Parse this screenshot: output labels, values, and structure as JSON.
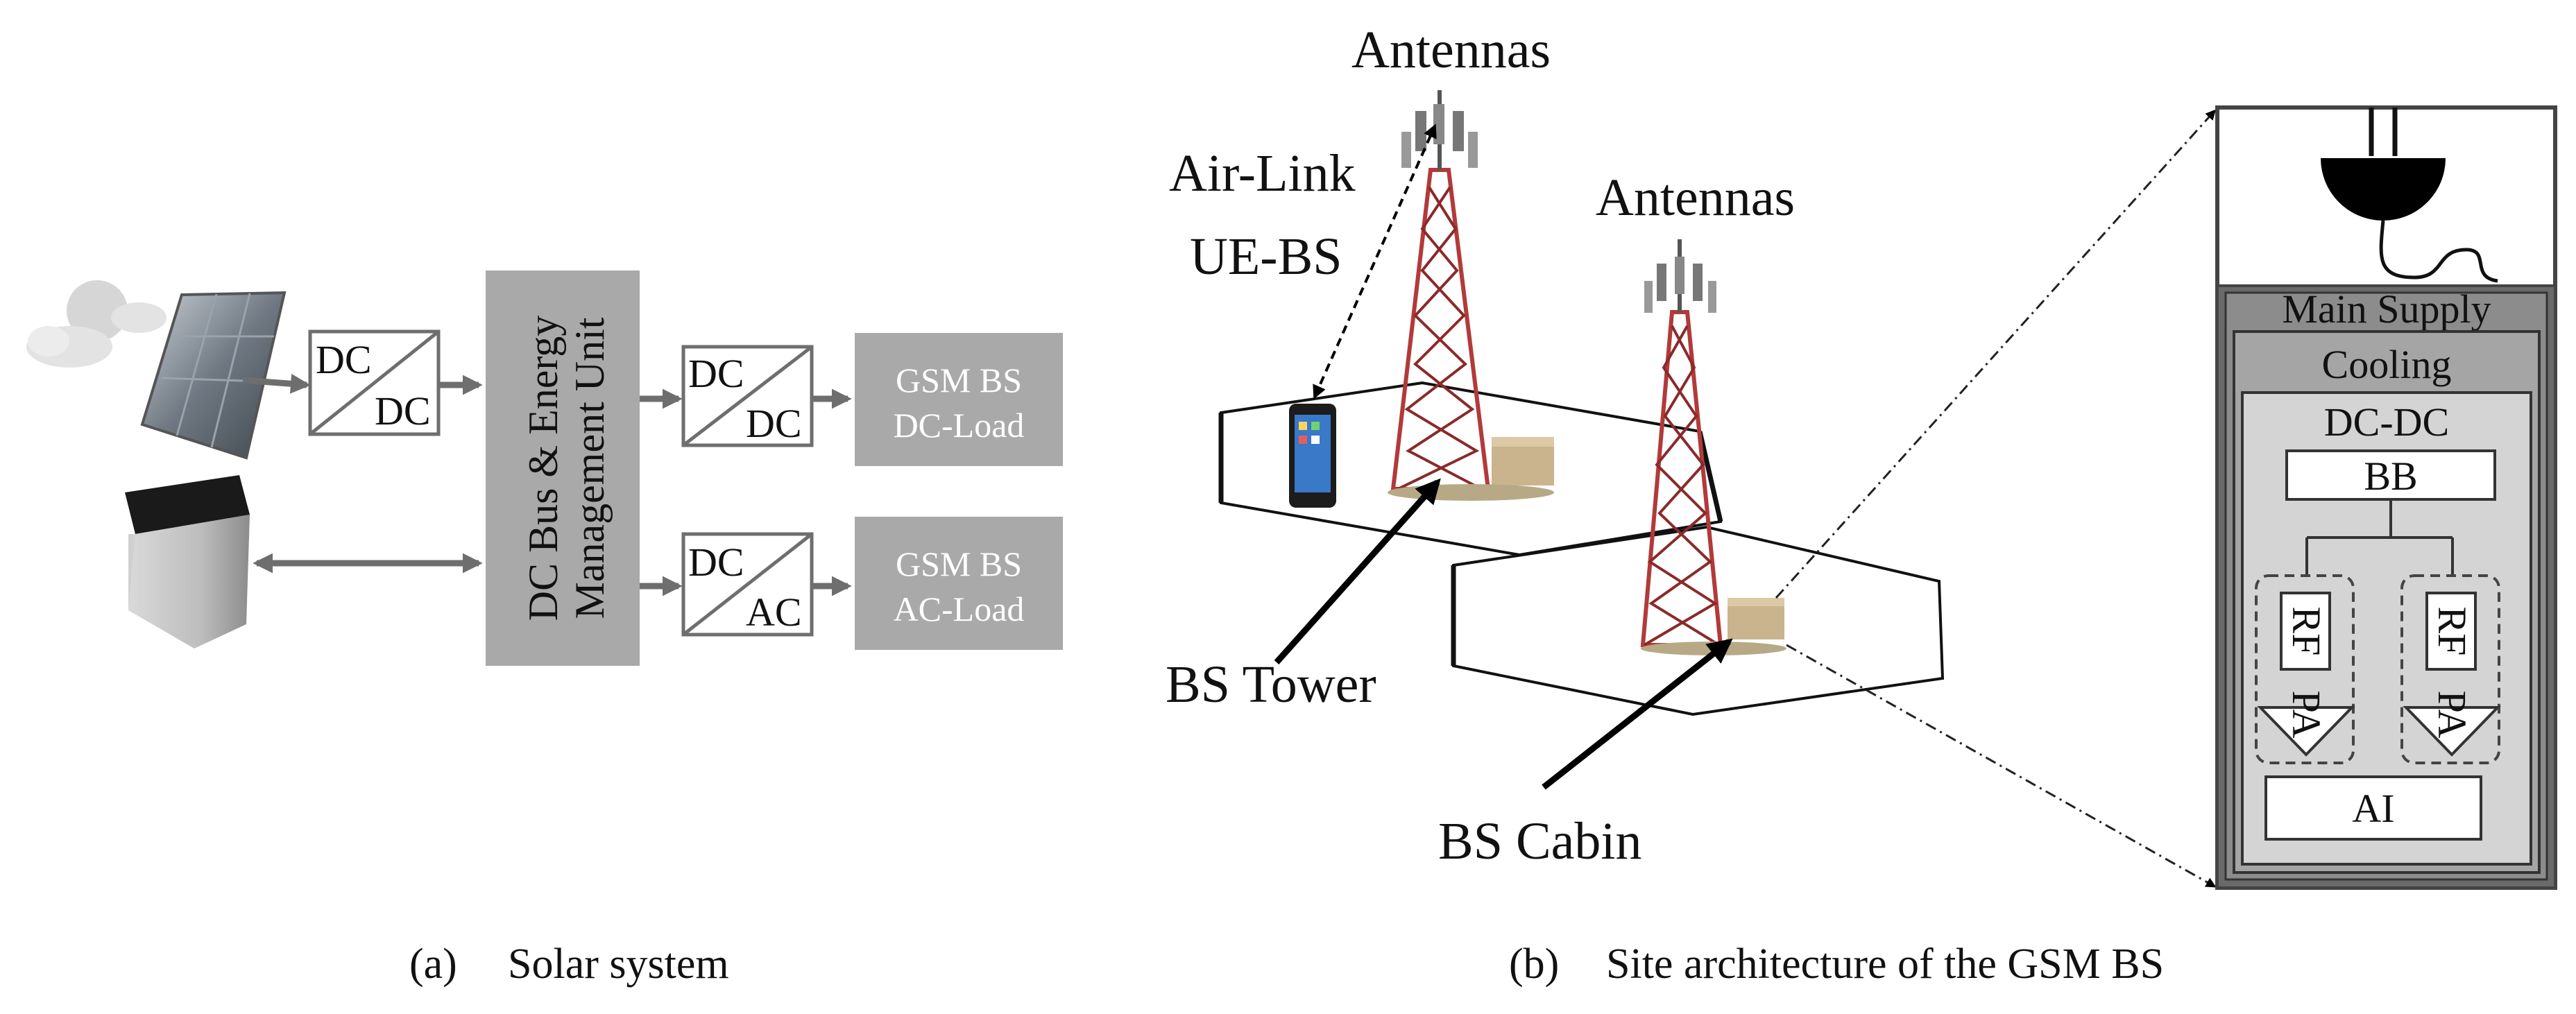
{
  "captions": {
    "a_letter": "(a)",
    "a_title": "Solar system",
    "b_letter": "(b)",
    "b_title": "Site architecture of the GSM BS"
  },
  "solar": {
    "converter_in": {
      "top": "DC",
      "bottom": "DC"
    },
    "bus_unit": {
      "line1": "DC Bus & Energy",
      "line2": "Management Unit"
    },
    "converter_dc": {
      "top": "DC",
      "bottom": "DC"
    },
    "converter_ac": {
      "top": "DC",
      "bottom": "AC"
    },
    "load_dc": {
      "line1": "GSM BS",
      "line2": "DC-Load"
    },
    "load_ac": {
      "line1": "GSM BS",
      "line2": "AC-Load"
    },
    "colors": {
      "block_gray": "#a9a9a9",
      "arrow_gray": "#6e6e6e"
    }
  },
  "site": {
    "antennas_1": "Antennas",
    "antennas_2": "Antennas",
    "airlink_1": "Air-Link",
    "airlink_2": "UE-BS",
    "bs_tower": "BS Tower",
    "bs_cabin": "BS Cabin"
  },
  "cabin": {
    "main_supply": "Main Supply",
    "cooling": "Cooling",
    "dcdc": "DC-DC",
    "bb": "BB",
    "rf_left": "RF",
    "pa_left": "PA",
    "rf_right": "RF",
    "pa_right": "PA",
    "ai": "AI"
  }
}
